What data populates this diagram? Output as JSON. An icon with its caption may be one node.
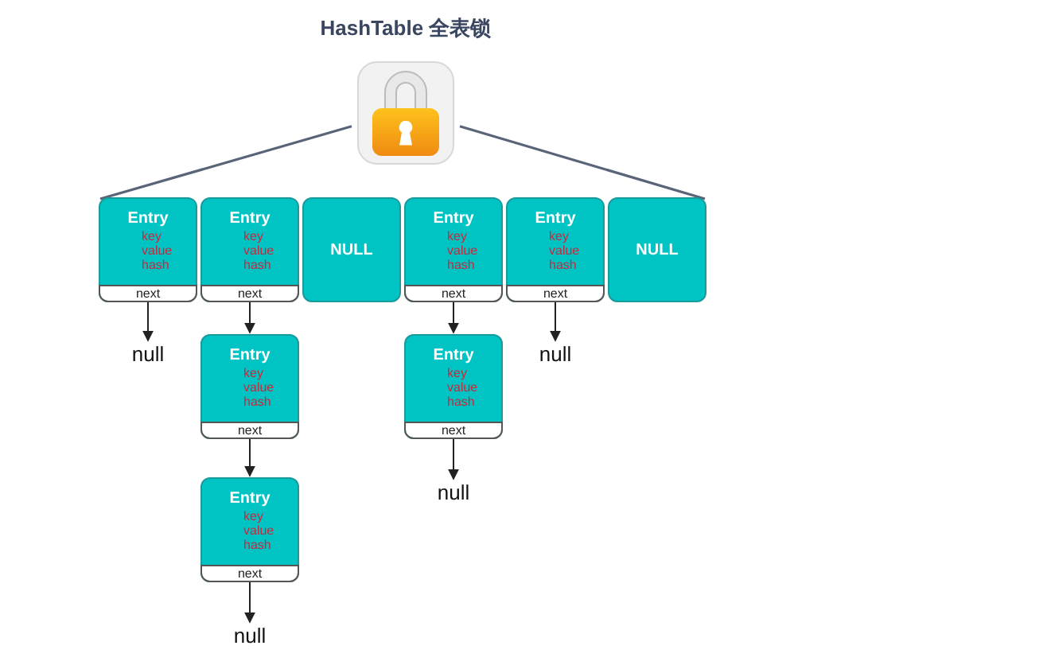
{
  "diagram": {
    "title": "HashTable 全表锁",
    "nodes": [
      {
        "text": [],
        "shape": "picture"
      },
      {
        "text": [
          "Entry",
          "key",
          "value",
          "hash",
          "next"
        ]
      },
      {
        "text": [
          "Entry",
          "key",
          "value",
          "hash",
          "next"
        ]
      },
      {
        "text": [
          "NULL"
        ]
      },
      {
        "text": [
          "Entry",
          "key",
          "value",
          "hash",
          "next"
        ]
      },
      {
        "text": [
          "Entry",
          "key",
          "value",
          "hash",
          "next"
        ]
      },
      {
        "text": [
          "NULL"
        ]
      },
      {
        "text": [
          "null"
        ]
      },
      {
        "text": [
          "Entry",
          "key",
          "value",
          "hash",
          "next"
        ]
      },
      {
        "text": [
          "Entry",
          "key",
          "value",
          "hash",
          "next"
        ]
      },
      {
        "text": [
          "null"
        ]
      },
      {
        "text": [
          "Entry",
          "key",
          "value",
          "hash",
          "next"
        ]
      },
      {
        "text": [
          "null"
        ]
      },
      {
        "text": [
          "null"
        ]
      }
    ],
    "edges": [
      {
        "from": 0,
        "to": 1,
        "arrow": "none"
      },
      {
        "from": 0,
        "to": 6,
        "arrow": "none"
      },
      {
        "from": 1,
        "to": 7,
        "arrow": "to"
      },
      {
        "from": 2,
        "to": 8,
        "arrow": "to"
      },
      {
        "from": 8,
        "to": 9,
        "arrow": "to"
      },
      {
        "from": 9,
        "to": 10,
        "arrow": "to"
      },
      {
        "from": 4,
        "to": 11,
        "arrow": "to"
      },
      {
        "from": 11,
        "to": 12,
        "arrow": "to"
      },
      {
        "from": 5,
        "to": 13,
        "arrow": "to"
      }
    ]
  }
}
